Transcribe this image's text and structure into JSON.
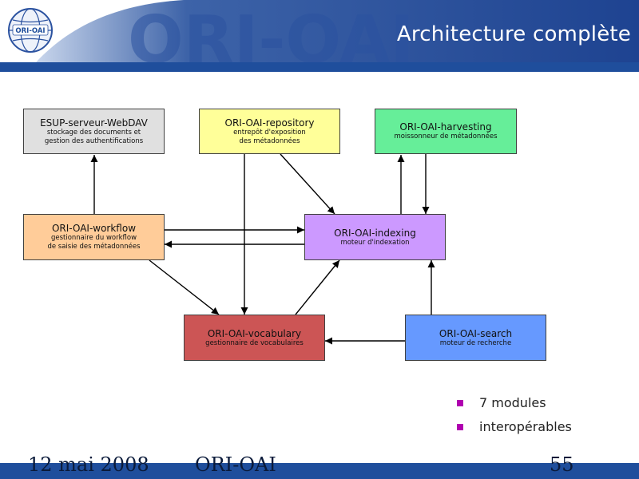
{
  "slide": {
    "title": "Architecture complète",
    "logo_text": "ORI-OAI",
    "watermark_text": "ORI-OAI"
  },
  "modules": {
    "esup": {
      "title": "ESUP-serveur-WebDAV",
      "sub1": "stockage des documents et",
      "sub2": "gestion des authentifications",
      "color": "#e0e0e0"
    },
    "repository": {
      "title": "ORI-OAI-repository",
      "sub1": "entrepôt d'exposition",
      "sub2": "des métadonnées",
      "color": "#ffff99"
    },
    "harvesting": {
      "title": "ORI-OAI-harvesting",
      "sub1": "moissonneur de métadonnées",
      "color": "#66ee99"
    },
    "workflow": {
      "title": "ORI-OAI-workflow",
      "sub1": "gestionnaire du workflow",
      "sub2": "de saisie des métadonnées",
      "color": "#ffcc99"
    },
    "indexing": {
      "title": "ORI-OAI-indexing",
      "sub1": "moteur d'indexation",
      "color": "#cc99ff"
    },
    "vocabulary": {
      "title": "ORI-OAI-vocabulary",
      "sub1": "gestionnaire de vocabulaires",
      "color": "#cc5555"
    },
    "search": {
      "title": "ORI-OAI-search",
      "sub1": "moteur de recherche",
      "color": "#6699ff"
    }
  },
  "bullets": [
    "7 modules",
    "interopérables"
  ],
  "footer": {
    "date": "12 mai 2008",
    "project": "ORI-OAI",
    "page": "55"
  },
  "colors": {
    "header": "#1f4e9c",
    "bullet": "#b000b0"
  }
}
